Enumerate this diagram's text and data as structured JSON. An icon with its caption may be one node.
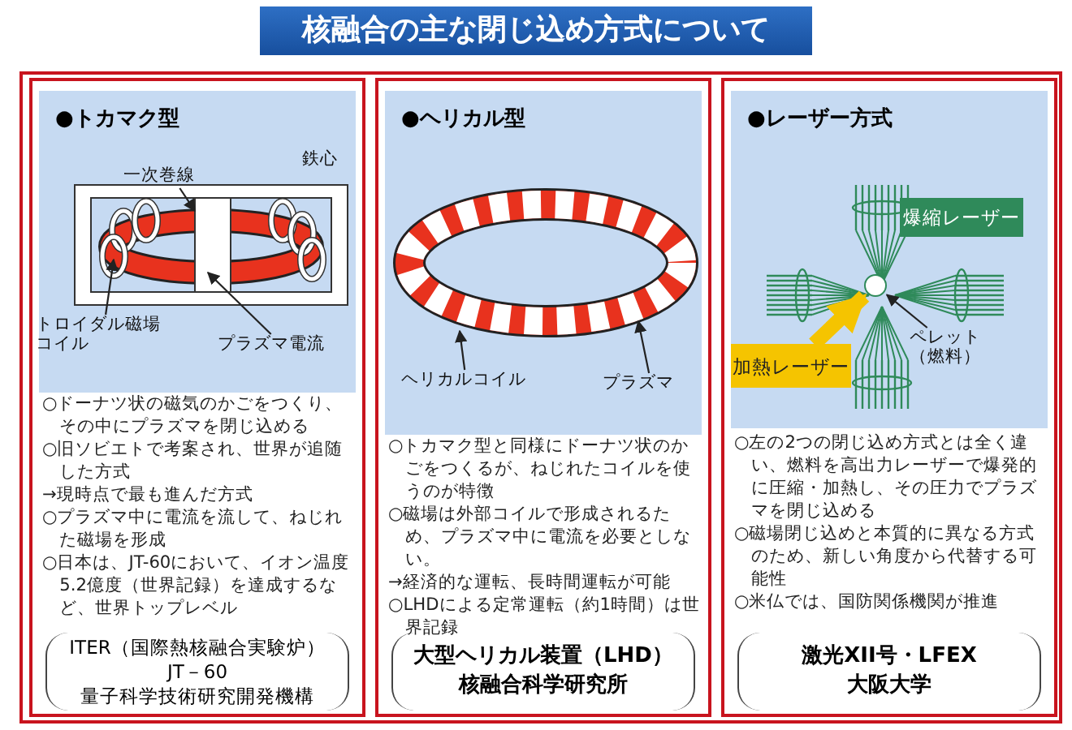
{
  "diagram": {
    "title": "核融合の主な閉じ込め方式について",
    "nodes": [
      {
        "text": [
          "●トカマク型",
          "○ドーナツ状の磁気のかごをつくり、その中にプラズマを閉じ込める",
          "○旧ソビエトで考案され、世界が追随した方式",
          "→現時点で最も進んだ方式",
          "○プラズマ中に電流を流して、ねじれた磁場を形成",
          "○日本は、JT-60において、イオン温度5.2億度（世界記録）を達成するなど、世界トップレベル"
        ]
      },
      {
        "text": [
          "一次巻線"
        ],
        "in": 0
      },
      {
        "text": [
          "トロイダル磁場コイル"
        ],
        "in": 0
      },
      {
        "text": [
          "プラズマ電流"
        ],
        "in": 0
      },
      {
        "text": [
          "ITER（国際熱核融合実験炉）",
          "JT－60",
          "量子科学技術研究開発機構"
        ],
        "in": 0
      },
      {
        "text": [
          "●ヘリカル型",
          "○トカマク型と同様にドーナツ状のかごをつくるが、ねじれたコイルを使うのが特徴",
          "○磁場は外部コイルで形成されるため、プラズマ中に電流を必要としない。",
          "→経済的な運転、長時間運転が可能",
          "○LHDによる定常運転（約1時間）は世界記録"
        ]
      },
      {
        "text": [
          "ヘリカルコイル"
        ],
        "in": 5
      },
      {
        "text": [
          "プラズマ"
        ],
        "in": 5
      },
      {
        "text": [
          "大型ヘリカル装置（LHD）",
          "核融合科学研究所"
        ],
        "in": 5
      },
      {
        "text": [
          "●レーザー方式",
          "○左の2つの閉じ込め方式とは全く違い、燃料を高出力レーザーで爆発的に圧縮・加熱し、その圧力でプラズマを閉じ込める",
          "○磁場閉じ込めと本質的に異なる方式のため、新しい角度から代替する可能性",
          "○米仏では、国防関係機関が推進"
        ]
      },
      {
        "text": [
          "爆縮レーザー"
        ],
        "in": 9
      },
      {
        "text": [
          "加熱レーザー"
        ],
        "in": 9
      },
      {
        "text": [],
        "shape": "circle",
        "in": 9
      },
      {
        "text": [
          "ペレット（燃料）"
        ],
        "in": 9
      },
      {
        "text": [
          "激光XII号・LFEX",
          "大阪大学"
        ],
        "in": 9
      }
    ],
    "edges": [
      {
        "from": 1,
        "to": null,
        "arrow": "to"
      },
      {
        "from": 2,
        "to": null,
        "arrow": "to"
      },
      {
        "from": 3,
        "to": null,
        "arrow": "to"
      },
      {
        "from": 6,
        "to": null,
        "arrow": "to"
      },
      {
        "from": 7,
        "to": null,
        "arrow": "to"
      },
      {
        "from": 11,
        "to": 12,
        "arrow": "to",
        "style": "thick",
        "color": "#f5c400"
      },
      {
        "from": 13,
        "to": 12,
        "arrow": "to"
      }
    ],
    "labels": [
      "鉄心"
    ]
  }
}
